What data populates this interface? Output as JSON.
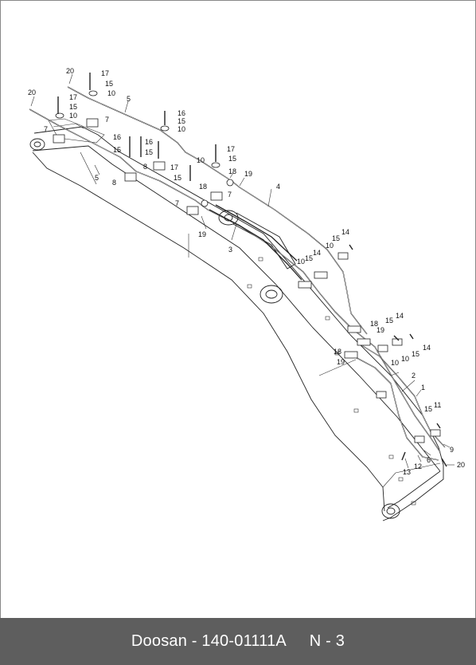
{
  "footer": {
    "part_text": "Doosan - 140-01111A",
    "page_text": "N - 3"
  },
  "callouts": [
    {
      "id": "c20a",
      "text": "20"
    },
    {
      "id": "c17a",
      "text": "17"
    },
    {
      "id": "c15a",
      "text": "15"
    },
    {
      "id": "c10a",
      "text": "10"
    },
    {
      "id": "c20b",
      "text": "20"
    },
    {
      "id": "c17b",
      "text": "17"
    },
    {
      "id": "c15b",
      "text": "15"
    },
    {
      "id": "c10b",
      "text": "10"
    },
    {
      "id": "c5a",
      "text": "5"
    },
    {
      "id": "c7a",
      "text": "7"
    },
    {
      "id": "c7b",
      "text": "7"
    },
    {
      "id": "c16a",
      "text": "16"
    },
    {
      "id": "c15c",
      "text": "15"
    },
    {
      "id": "c10c",
      "text": "10"
    },
    {
      "id": "c16b",
      "text": "16"
    },
    {
      "id": "c16c",
      "text": "16"
    },
    {
      "id": "c15d",
      "text": "15"
    },
    {
      "id": "c15e",
      "text": "15"
    },
    {
      "id": "c17c",
      "text": "17"
    },
    {
      "id": "c15f",
      "text": "15"
    },
    {
      "id": "c10d",
      "text": "10"
    },
    {
      "id": "c5b",
      "text": "5"
    },
    {
      "id": "c8a",
      "text": "8"
    },
    {
      "id": "c8b",
      "text": "8"
    },
    {
      "id": "c17d",
      "text": "17"
    },
    {
      "id": "c15g",
      "text": "15"
    },
    {
      "id": "c18a",
      "text": "18"
    },
    {
      "id": "c19a",
      "text": "19"
    },
    {
      "id": "c4",
      "text": "4"
    },
    {
      "id": "c7c",
      "text": "7"
    },
    {
      "id": "c18b",
      "text": "18"
    },
    {
      "id": "c7d",
      "text": "7"
    },
    {
      "id": "c19b",
      "text": "19"
    },
    {
      "id": "c3",
      "text": "3"
    },
    {
      "id": "c14a",
      "text": "14"
    },
    {
      "id": "c15h",
      "text": "15"
    },
    {
      "id": "c10e",
      "text": "10"
    },
    {
      "id": "c14b",
      "text": "14"
    },
    {
      "id": "c15i",
      "text": "15"
    },
    {
      "id": "c10f",
      "text": "10"
    },
    {
      "id": "c18c",
      "text": "18"
    },
    {
      "id": "c19c",
      "text": "19"
    },
    {
      "id": "c15j",
      "text": "15"
    },
    {
      "id": "c14c",
      "text": "14"
    },
    {
      "id": "c18d",
      "text": "18"
    },
    {
      "id": "c19d",
      "text": "19"
    },
    {
      "id": "c10g",
      "text": "10"
    },
    {
      "id": "c10h",
      "text": "10"
    },
    {
      "id": "c15k",
      "text": "15"
    },
    {
      "id": "c14d",
      "text": "14"
    },
    {
      "id": "c2",
      "text": "2"
    },
    {
      "id": "c1",
      "text": "1"
    },
    {
      "id": "c11",
      "text": "11"
    },
    {
      "id": "c15l",
      "text": "15"
    },
    {
      "id": "c9",
      "text": "9"
    },
    {
      "id": "c6",
      "text": "6"
    },
    {
      "id": "c12",
      "text": "12"
    },
    {
      "id": "c13",
      "text": "13"
    },
    {
      "id": "c20c",
      "text": "20"
    }
  ]
}
